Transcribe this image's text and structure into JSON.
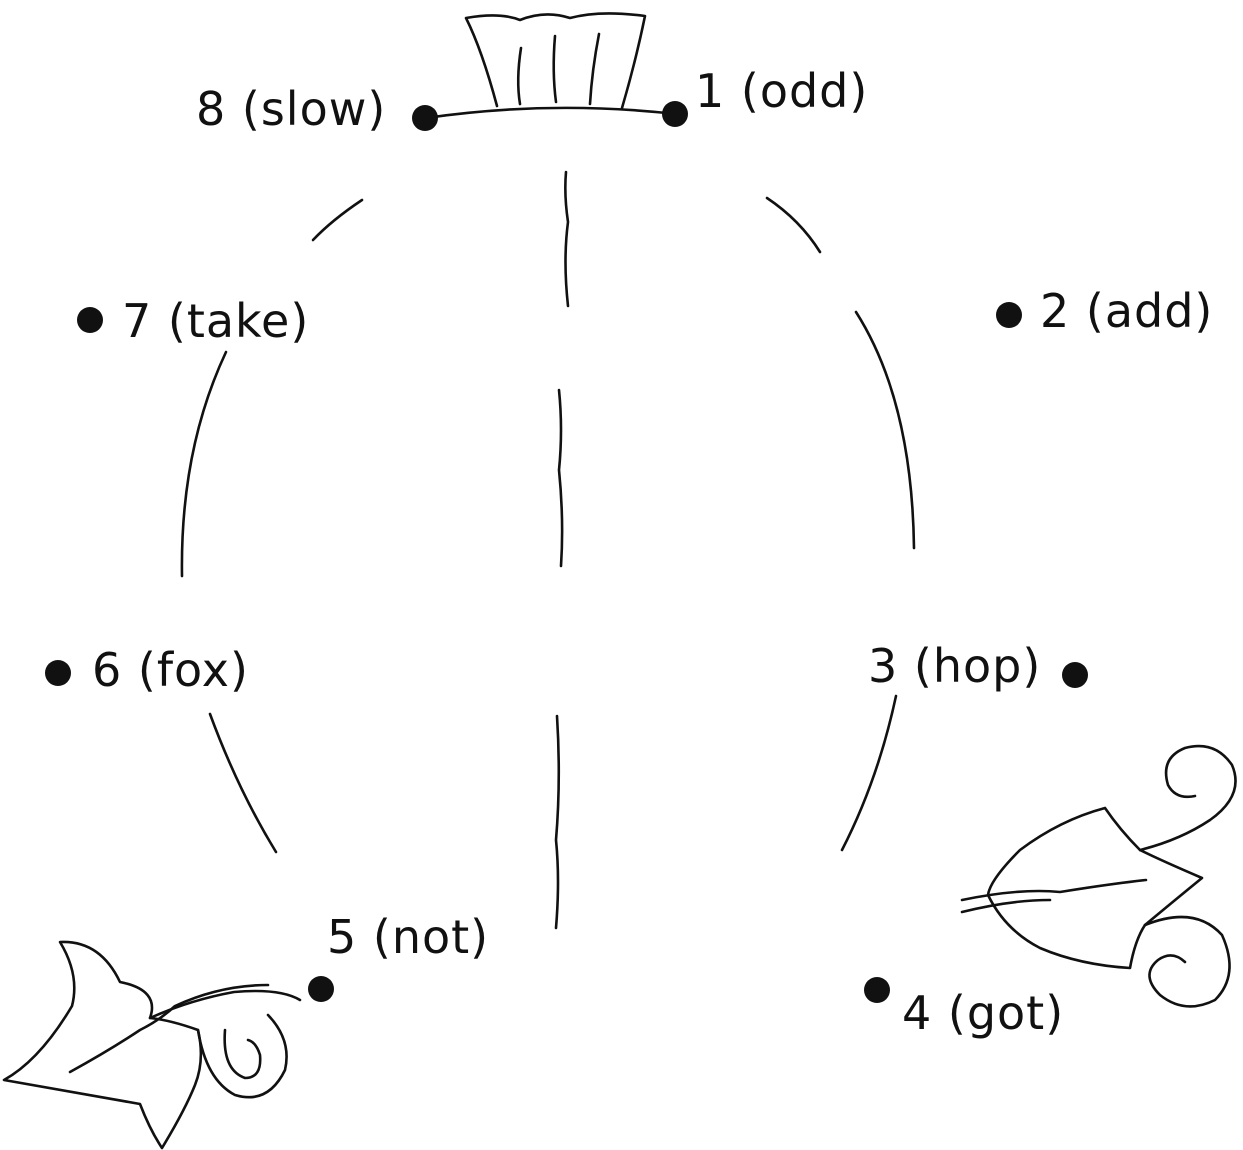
{
  "points": [
    {
      "num": "1",
      "word": "odd"
    },
    {
      "num": "2",
      "word": "add"
    },
    {
      "num": "3",
      "word": "hop"
    },
    {
      "num": "4",
      "word": "got"
    },
    {
      "num": "5",
      "word": "not"
    },
    {
      "num": "6",
      "word": "fox"
    },
    {
      "num": "7",
      "word": "take"
    },
    {
      "num": "8",
      "word": "slow"
    }
  ],
  "labels": {
    "p1": "1 (odd)",
    "p2": "2 (add)",
    "p3": "3 (hop)",
    "p4": "4 (got)",
    "p5": "5 (not)",
    "p6": "6 (fox)",
    "p7": "7 (take)",
    "p8": "8 (slow)"
  },
  "colors": {
    "ink": "#111111",
    "paper": "#ffffff"
  }
}
